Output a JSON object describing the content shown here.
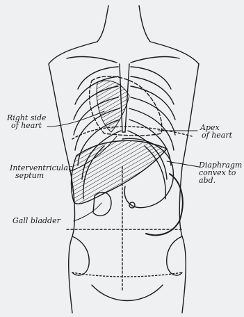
{
  "labels": {
    "right_side_of_heart": [
      "Right side",
      "of heart"
    ],
    "interventricular_septum": [
      "Interventricular",
      "septum"
    ],
    "gall_bladder": [
      "Gall bladder"
    ],
    "apex_of_heart": [
      "Apex",
      "of heart"
    ],
    "diaphragm": [
      "Diaphragm",
      "convex to",
      "abd."
    ]
  },
  "colors": {
    "ink": "#1a1a1a",
    "paper": "#eef0f1"
  }
}
